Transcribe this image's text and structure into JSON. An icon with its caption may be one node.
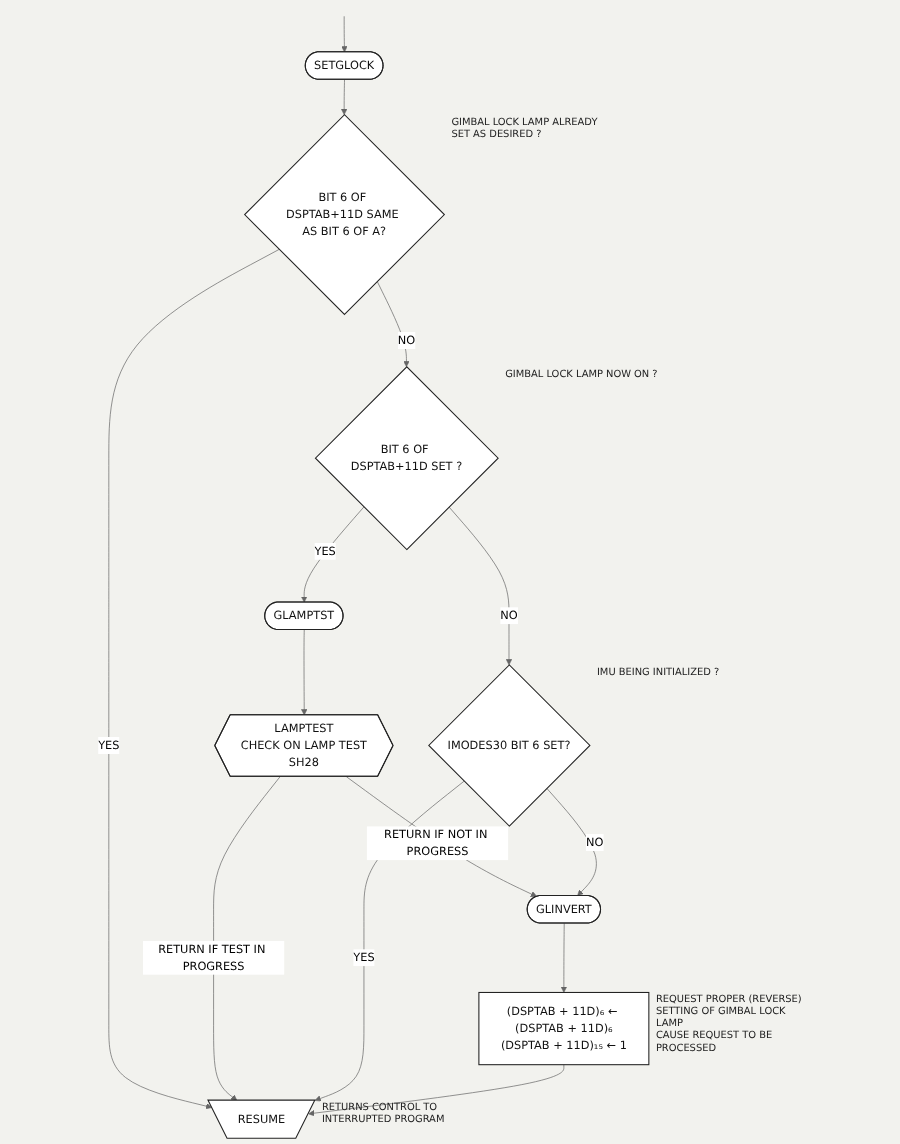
{
  "diagram": {
    "nodes": [
      {
        "text": [
          "SETGLOCK"
        ]
      },
      {
        "text": [
          "BIT 6 OF DSPTAB+11D SAME AS BIT 6 OF A?"
        ],
        "beside": [
          "GIMBAL LOCK LAMP ALREADY SET AS DESIRED ?"
        ]
      },
      {
        "text": [
          "BIT 6 OF DSPTAB+11D SET ?"
        ],
        "beside": [
          "GIMBAL LOCK LAMP NOW ON ?"
        ]
      },
      {
        "text": [
          "GLAMPTST"
        ]
      },
      {
        "text": [
          "LAMPTEST",
          "CHECK ON LAMP TEST",
          "SH28"
        ]
      },
      {
        "text": [
          "IMODES30 BIT 6 SET?"
        ],
        "beside": [
          "IMU BEING INITIALIZED ?"
        ]
      },
      {
        "text": [
          "GLINVERT"
        ]
      },
      {
        "text": [
          "(DSPTAB + 11D)₆ ← (DSPTAB + 11D)₆",
          "(DSPTAB + 11D)₁₅ ← 1"
        ],
        "beside": [
          "REQUEST PROPER (REVERSE) SETTING OF GIMBAL LOCK LAMP",
          "CAUSE REQUEST TO BE PROCESSED"
        ]
      },
      {
        "text": [
          "RESUME"
        ],
        "beside": [
          "RETURNS CONTROL TO INTERRUPTED PROGRAM"
        ]
      }
    ],
    "edges": [
      {
        "from": null,
        "to": 0,
        "arrow": "to"
      },
      {
        "from": 0,
        "to": 1,
        "arrow": "to"
      },
      {
        "from": 1,
        "to": 2,
        "arrow": "to",
        "label": "NO"
      },
      {
        "from": 1,
        "to": 8,
        "arrow": "to",
        "label": "YES"
      },
      {
        "from": 2,
        "to": 5,
        "arrow": "to",
        "label": "NO"
      },
      {
        "from": 2,
        "to": 3,
        "arrow": "to",
        "label": "YES"
      },
      {
        "from": 3,
        "to": 4,
        "arrow": "to"
      },
      {
        "from": 4,
        "to": 6,
        "arrow": "to",
        "label": "RETURN IF NOT IN PROGRESS"
      },
      {
        "from": 4,
        "to": 8,
        "arrow": "to",
        "label": "RETURN IF TEST IN PROGRESS"
      },
      {
        "from": 5,
        "to": 6,
        "arrow": "to",
        "label": "NO"
      },
      {
        "from": 5,
        "to": 8,
        "arrow": "to",
        "label": "YES"
      },
      {
        "from": 6,
        "to": 7,
        "arrow": "to"
      },
      {
        "from": 7,
        "to": 8,
        "arrow": "to"
      }
    ]
  }
}
